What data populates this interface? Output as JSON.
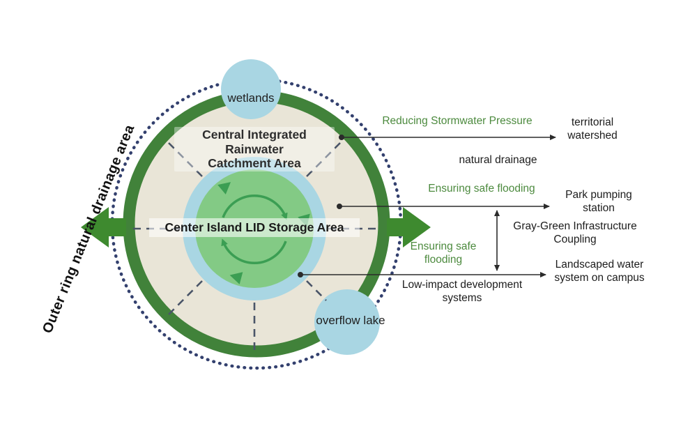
{
  "labels": {
    "outer_ring": "Outer ring natural drainage area",
    "wetlands": "wetlands",
    "overflow_lake": "overflow lake",
    "catchment": "Central Integrated\nRainwater\nCatchment Area",
    "center_island": "Center Island LID Storage Area"
  },
  "annotations": {
    "reducing_pressure": "Reducing Stormwater Pressure",
    "territorial_watershed": "territorial\nwatershed",
    "natural_drainage": "natural drainage",
    "ensuring_flooding_top": "Ensuring safe flooding",
    "park_pumping_station": "Park pumping\nstation",
    "gray_green_coupling": "Gray-Green Infrastructure\nCoupling",
    "ensuring_flooding_bottom": "Ensuring safe\nflooding",
    "landscaped_water_system": "Landscaped water\nsystem on campus",
    "low_impact_dev": "Low-impact development\nsystems"
  },
  "icons": {
    "rotation_arrows": "clockwise-rotation-arrows",
    "flow_arrows": "left-right-flow-arrows",
    "connector_arrows": "right-pointing-connector-arrows"
  },
  "colors": {
    "ring_green": "#41823a",
    "flow_arrow_green": "#3e8a2f",
    "light_blue": "#a9d6e3",
    "center_green": "#83ca85",
    "rotation_arrow_green": "#3b9e53",
    "beige": "#e9e5d7",
    "dotted_navy": "#33406e",
    "green_text": "#4c8a3e",
    "connector": "#2b2b2b"
  }
}
